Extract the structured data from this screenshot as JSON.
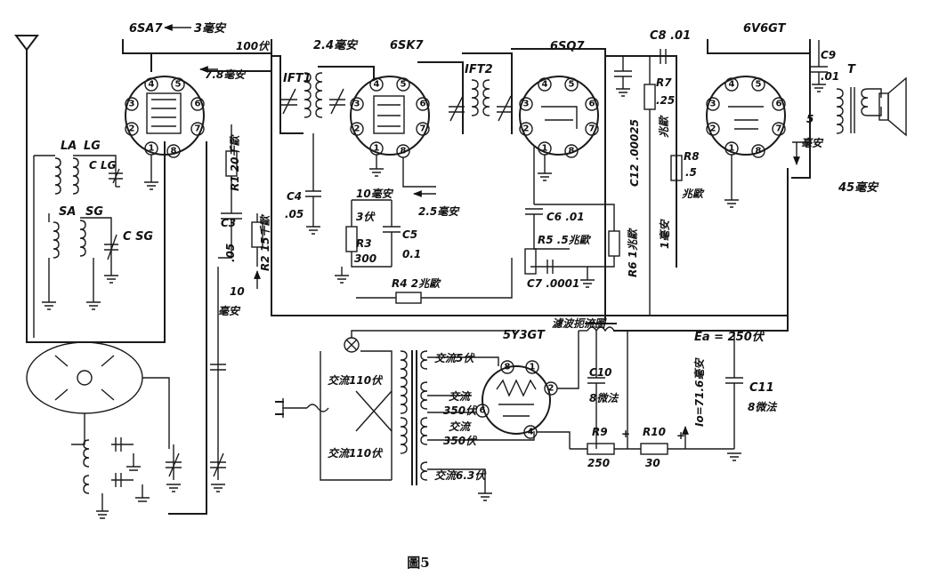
{
  "tubes": {
    "t1": {
      "label": "6SA7",
      "pins": [
        "1",
        "2",
        "3",
        "4",
        "5",
        "6",
        "7",
        "8"
      ]
    },
    "t2": {
      "label": "6SK7",
      "pins": [
        "1",
        "2",
        "3",
        "4",
        "5",
        "6",
        "7",
        "8"
      ]
    },
    "t3": {
      "label": "6SQ7",
      "pins": [
        "1",
        "2",
        "3",
        "4",
        "5",
        "6",
        "7",
        "8"
      ]
    },
    "t4": {
      "label": "6V6GT",
      "pins": [
        "1",
        "2",
        "3",
        "4",
        "5",
        "6",
        "7",
        "8"
      ]
    },
    "t5": {
      "label": "5Y3GT",
      "pins": [
        "2",
        "4",
        "6",
        "8"
      ]
    }
  },
  "labels": {
    "antenna_la": "LA",
    "antenna_lg": "LG",
    "c_lg": "C LG",
    "sa": "SA",
    "sg": "SG",
    "c_sg": "C SG",
    "current_3ma": "3毫安",
    "voltage_100": "100伏",
    "current_78": "7.8毫安",
    "ift1": "IFT1",
    "current_24": "2.4毫安",
    "r1": "R1 20千歐",
    "c3": "C3",
    "c3_val": ".05",
    "r2": "R2 15千歐",
    "current_10": "10",
    "current_10_unit": "毫安",
    "c4": "C4",
    "c4_val": ".05",
    "current_10ma": "10毫安",
    "v3": "3伏",
    "r3": "R3",
    "r3_val": "300",
    "c5": "C5",
    "c5_val": "0.1",
    "current_25": "2.5毫安",
    "r4": "R4 2兆歐",
    "ift2": "IFT2",
    "c6": "C6 .01",
    "r5": "R5 .5兆歐",
    "c7": "C7 .0001",
    "r6": "R6 1兆歐",
    "c12": "C12 .00025",
    "r7": "R7",
    "r7_val": ".25",
    "r7_unit": "兆歐",
    "ma1": "1毫安",
    "c8": "C8 .01",
    "r8": "R8",
    "r8_val": ".5",
    "r8_unit": "兆歐",
    "c9": "C9",
    "c9_val": ".01",
    "t_label": "T",
    "ma5": "5",
    "ma5_unit": "毫安",
    "ma45": "45毫安",
    "choke": "濾波扼流圈",
    "ea": "Ea = 250伏",
    "ac5": "交流5伏",
    "ac110a": "交流110伏",
    "ac110b": "交流110伏",
    "ac350a": "交流",
    "ac350a2": "350伏",
    "ac350b": "交流",
    "ac350b2": "350伏",
    "ac63": "交流6.3伏",
    "c10": "C10",
    "c10_val": "8微法",
    "io": "Io=71.6毫安",
    "c11": "C11",
    "c11_val": "8微法",
    "r9": "R9",
    "r9_val": "250",
    "r10": "R10",
    "r10_val": "30",
    "plus_a": "+",
    "plus_b": "+"
  },
  "caption": "圖5"
}
